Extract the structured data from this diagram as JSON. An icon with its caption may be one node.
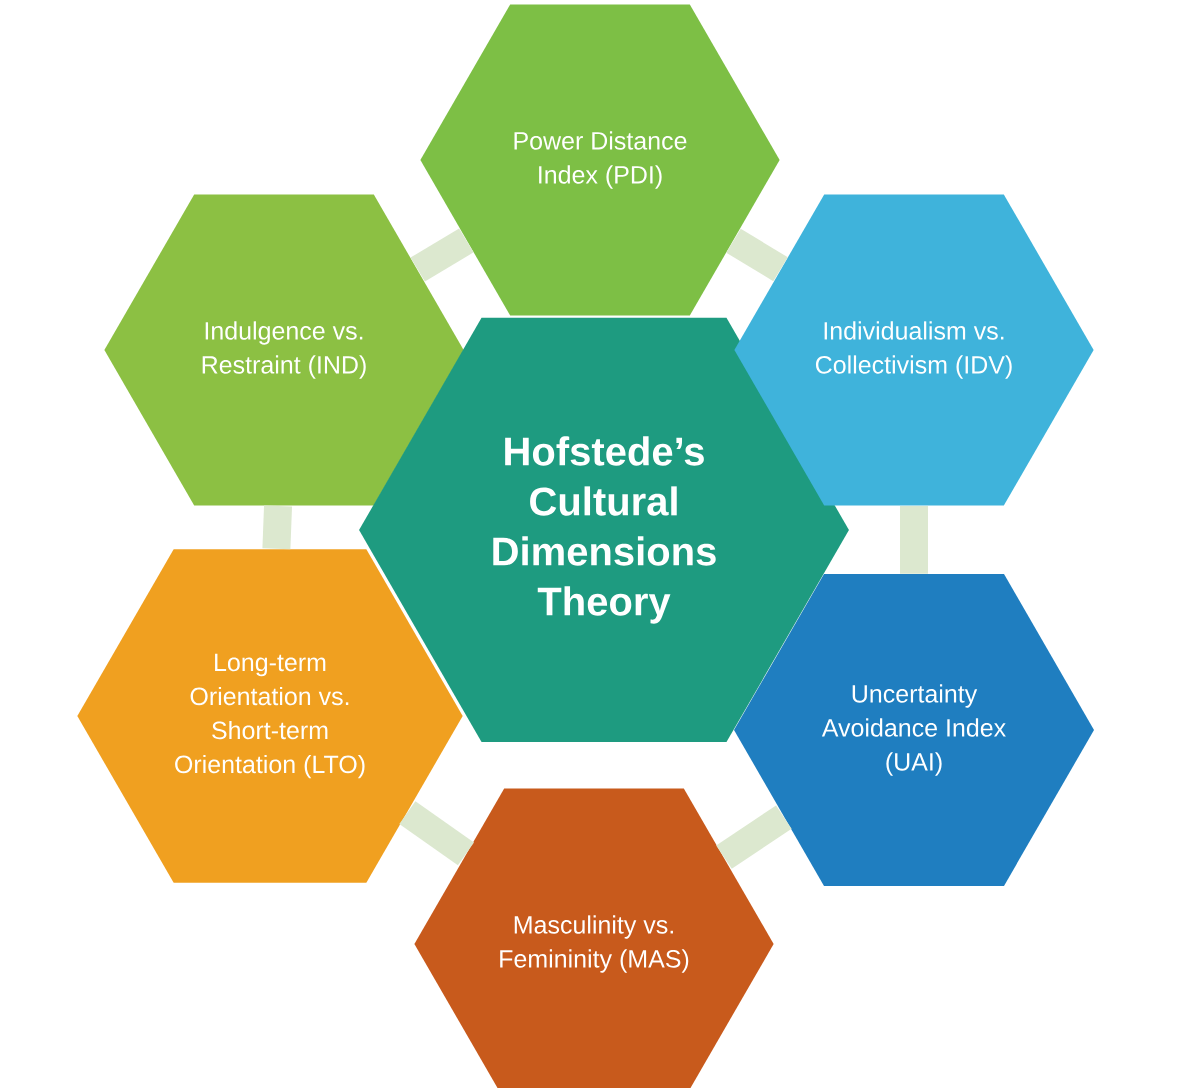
{
  "diagram": {
    "nodes": [
      {
        "text": [
          "Power Distance Index (PDI)"
        ]
      },
      {
        "text": [
          "Indulgence vs. Restraint (IND)"
        ]
      },
      {
        "text": [
          "Hofstede’s Cultural Dimensions Theory"
        ]
      },
      {
        "text": [
          "Individualism vs. Collectivism (IDV)"
        ]
      },
      {
        "text": [
          "Long-term Orientation vs. Short-term Orientation (LTO)"
        ]
      },
      {
        "text": [
          "Uncertainty Avoidance Index (UAI)"
        ]
      },
      {
        "text": [
          "Masculinity vs. Femininity (MAS)"
        ]
      }
    ],
    "edges": [
      {
        "from": 0,
        "to": 3,
        "arrow": "none"
      },
      {
        "from": 3,
        "to": 5,
        "arrow": "none"
      },
      {
        "from": 5,
        "to": 6,
        "arrow": "none"
      },
      {
        "from": 6,
        "to": 4,
        "arrow": "none"
      },
      {
        "from": 4,
        "to": 1,
        "arrow": "none"
      },
      {
        "from": 1,
        "to": 0,
        "arrow": "none"
      }
    ]
  }
}
